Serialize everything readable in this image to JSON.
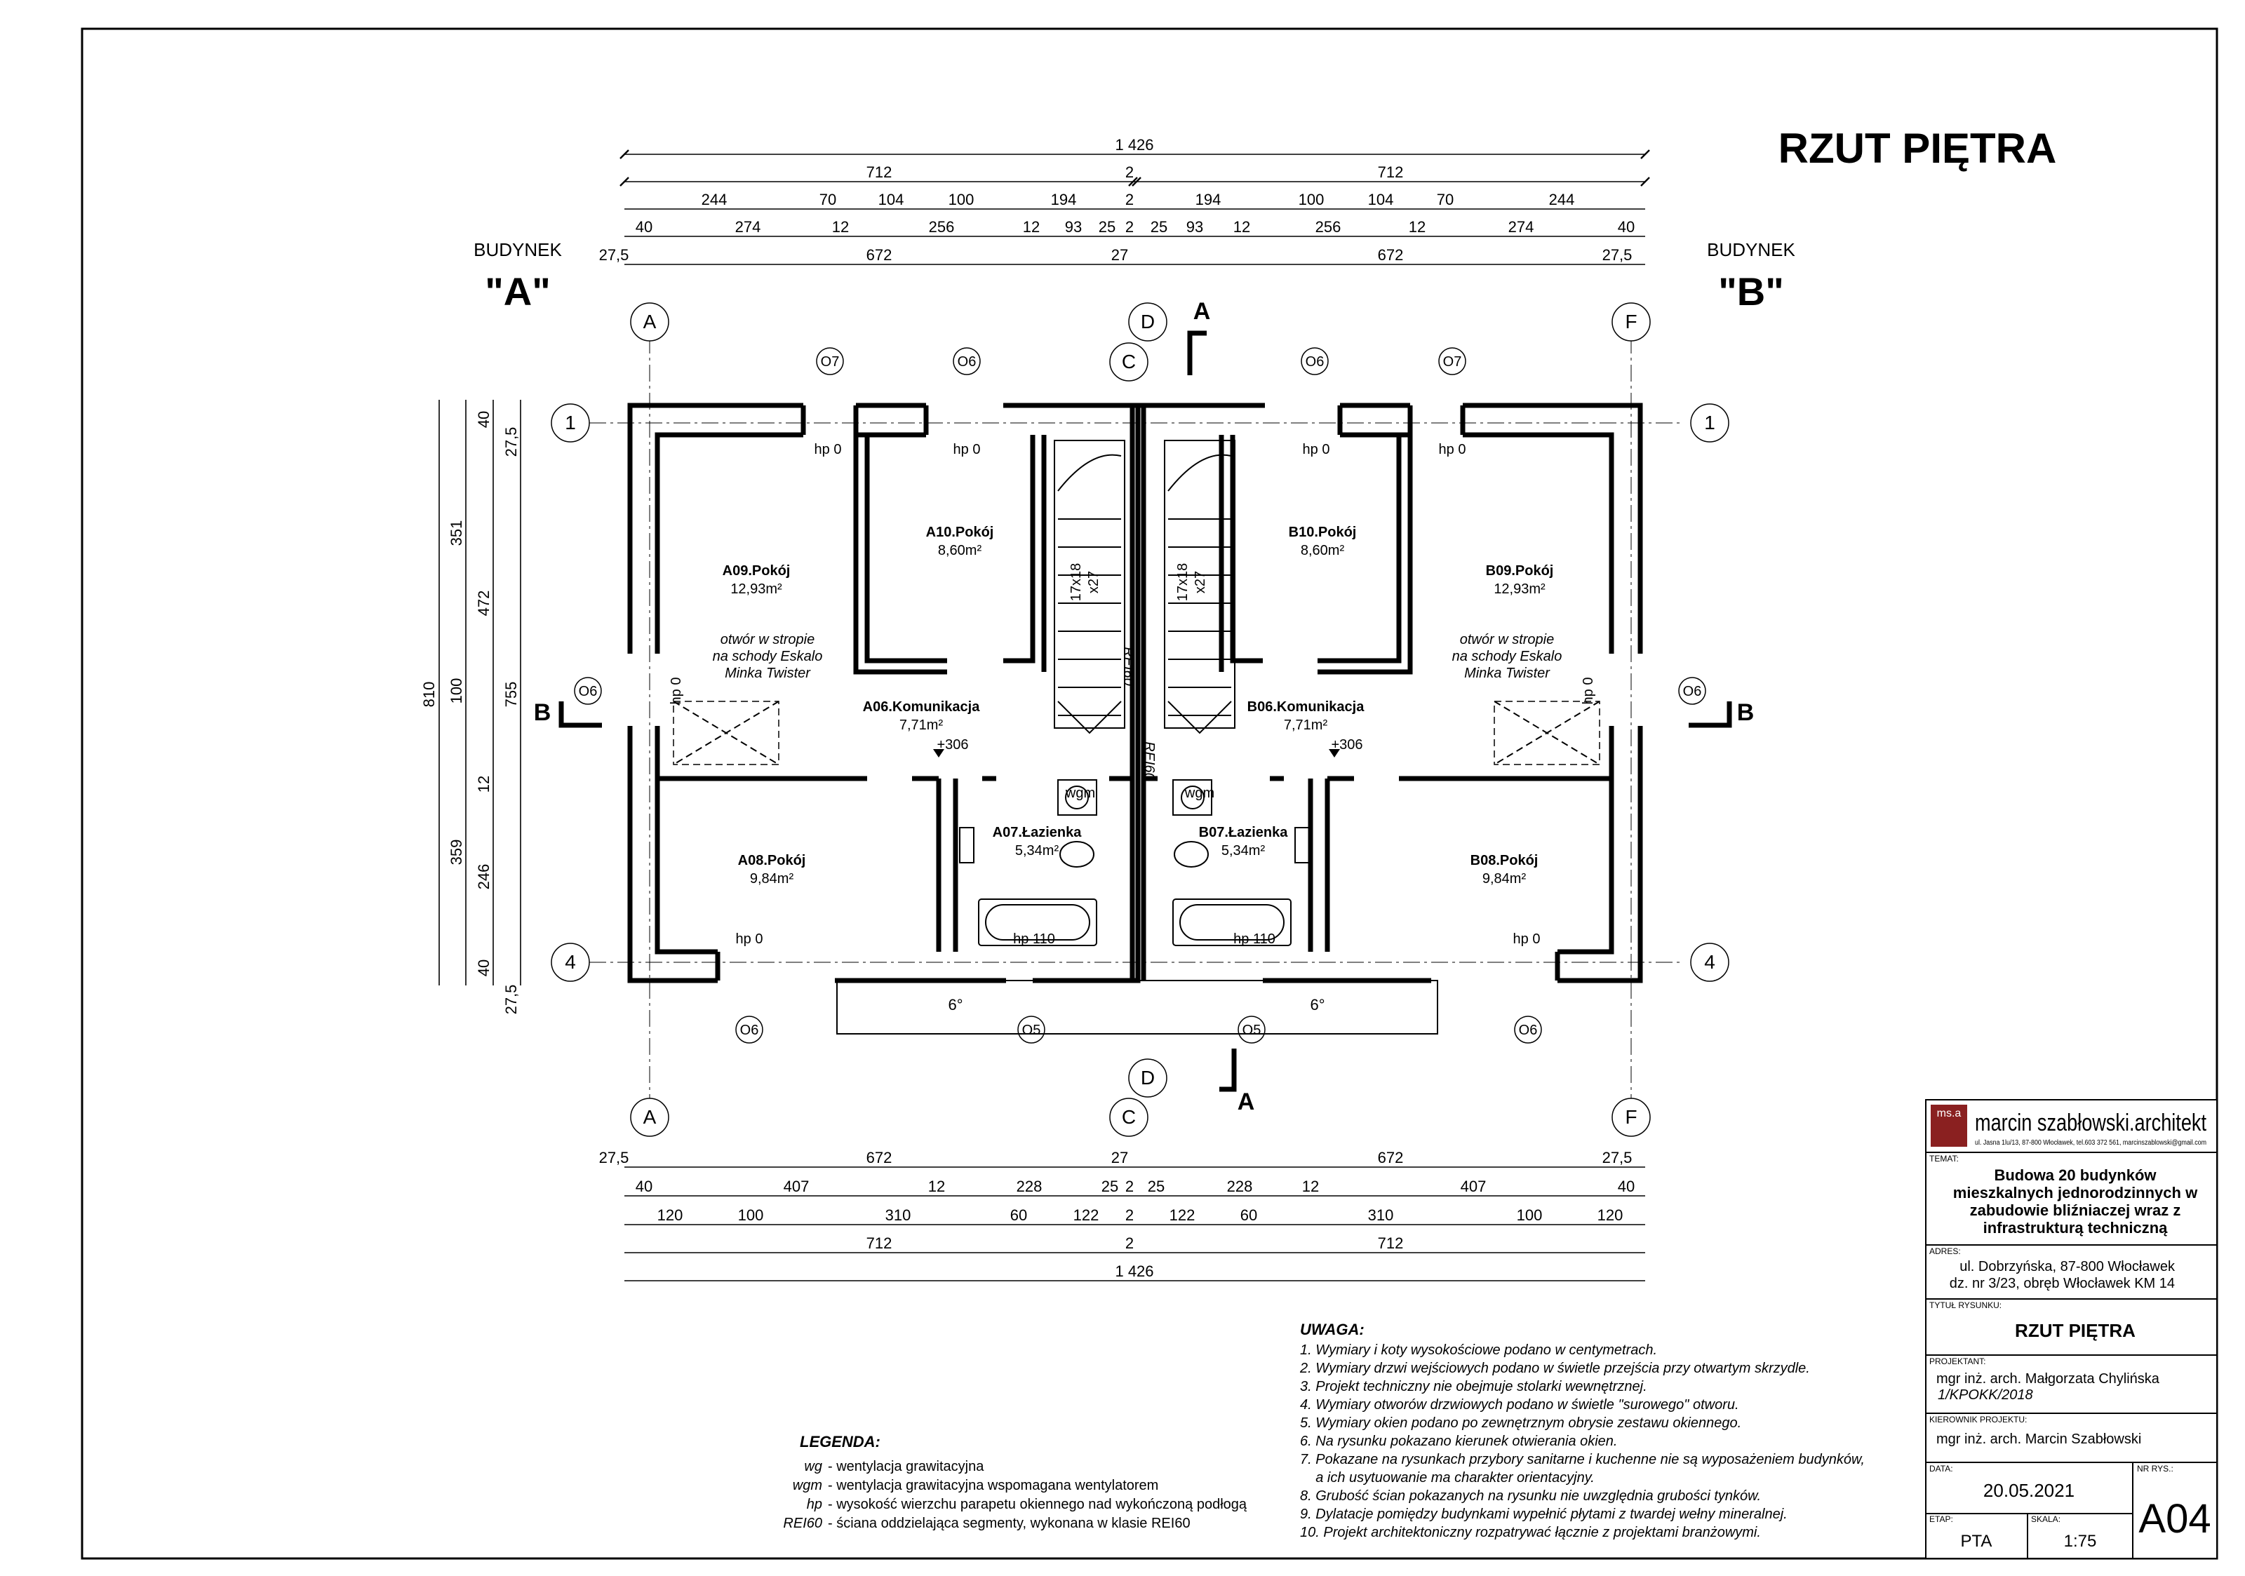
{
  "sheet": {
    "title": "RZUT PIĘTRA",
    "building_a_label": "BUDYNEK",
    "building_a_name": "\"A\"",
    "building_b_label": "BUDYNEK",
    "building_b_name": "\"B\""
  },
  "dimensions": {
    "top": {
      "total": "1 426",
      "halves": [
        "712",
        "2",
        "712"
      ],
      "row3": [
        "244",
        "70",
        "104",
        "100",
        "194",
        "2",
        "194",
        "100",
        "104",
        "70",
        "244"
      ],
      "row4": [
        "40",
        "274",
        "12",
        "256",
        "12",
        "93",
        "25",
        "2",
        "25",
        "93",
        "12",
        "256",
        "12",
        "274",
        "40"
      ],
      "row5": [
        "27,5",
        "672",
        "27",
        "672",
        "27,5"
      ]
    },
    "bottom": {
      "row1": [
        "27,5",
        "672",
        "27",
        "672",
        "27,5"
      ],
      "row2": [
        "40",
        "407",
        "12",
        "228",
        "25",
        "2",
        "25",
        "228",
        "12",
        "407",
        "40"
      ],
      "row3": [
        "120",
        "100",
        "310",
        "60",
        "122",
        "2",
        "122",
        "60",
        "310",
        "100",
        "120"
      ],
      "halves": [
        "712",
        "2",
        "712"
      ],
      "total": "1 426"
    },
    "left": {
      "outer": "810",
      "mid": [
        "351",
        "100",
        "359"
      ],
      "inner_total": "755",
      "inner": [
        "40",
        "472",
        "12",
        "246",
        "40"
      ],
      "edge": [
        "27,5",
        "27,5"
      ]
    }
  },
  "grid_axes": {
    "a": "A",
    "c": "C",
    "d": "D",
    "f": "F",
    "r1": "1",
    "r4": "4"
  },
  "sections": {
    "a": "A",
    "b": "B"
  },
  "rooms": [
    {
      "name": "A09.Pokój",
      "area": "12,93m²"
    },
    {
      "name": "A10.Pokój",
      "area": "8,60m²"
    },
    {
      "name": "A06.Komunikacja",
      "area": "7,71m²"
    },
    {
      "name": "A07.Łazienka",
      "area": "5,34m²"
    },
    {
      "name": "A08.Pokój",
      "area": "9,84m²"
    },
    {
      "name": "B10.Pokój",
      "area": "8,60m²"
    },
    {
      "name": "B09.Pokój",
      "area": "12,93m²"
    },
    {
      "name": "B06.Komunikacja",
      "area": "7,71m²"
    },
    {
      "name": "B07.Łazienka",
      "area": "5,34m²"
    },
    {
      "name": "B08.Pokój",
      "area": "9,84m²"
    }
  ],
  "annotations": {
    "opening_note_line1": "otwór w stropie",
    "opening_note_line2": "na schody Eskalo",
    "opening_note_line3": "Minka Twister",
    "level": "+306",
    "rei": "REI60",
    "stairs": "17x18",
    "stairs2": "x27",
    "wgm": "wgm",
    "slope": "6°",
    "hp0": "hp 0",
    "hp110": "hp 110",
    "o5": "O5",
    "o6": "O6",
    "o7": "O7"
  },
  "legend": {
    "title": "LEGENDA:",
    "items": [
      {
        "key": "wg",
        "text": "- wentylacja grawitacyjna"
      },
      {
        "key": "wgm",
        "text": "- wentylacja grawitacyjna wspomagana wentylatorem"
      },
      {
        "key": "hp",
        "text": "- wysokość wierzchu parapetu okiennego nad wykończoną podłogą"
      },
      {
        "key": "REI60",
        "text": "- ściana oddzielająca segmenty, wykonana w klasie REI60"
      }
    ]
  },
  "notes": {
    "title": "UWAGA:",
    "items": [
      "1. Wymiary i koty wysokościowe podano w centymetrach.",
      "2. Wymiary drzwi wejściowych podano w świetle przejścia przy otwartym skrzydle.",
      "3. Projekt techniczny nie obejmuje stolarki wewnętrznej.",
      "4. Wymiary otworów drzwiowych podano w świetle \"surowego\" otworu.",
      "5. Wymiary okien podano po zewnętrznym obrysie zestawu okiennego.",
      "6. Na rysunku pokazano kierunek otwierania okien.",
      "7. Pokazane na rysunkach  przybory sanitarne i  kuchenne nie są wyposażeniem budynków,",
      "    a ich usytuowanie ma charakter orientacyjny.",
      "8. Grubość ścian pokazanych na rysunku nie uwzględnia grubości tynków.",
      "9. Dylatacje pomiędzy budynkami wypełnić płytami z twardej wełny mineralnej.",
      "10. Projekt architektoniczny rozpatrywać łącznie z projektami branżowymi."
    ]
  },
  "title_block": {
    "logo_mark": "ms.a",
    "company": "marcin szabłowski.architekt",
    "company_address": "ul. Jasna 1lu/13, 87-800 Włocławek, tel.603 372 561, marcinszablowski@gmail.com",
    "topic_label": "TEMAT:",
    "topic_lines": [
      "Budowa 20 budynków",
      "mieszkalnych jednorodzinnych w",
      "zabudowie bliźniaczej wraz z",
      "infrastrukturą techniczną"
    ],
    "address_label": "ADRES:",
    "address_lines": [
      "ul. Dobrzyńska, 87-800 Włocławek",
      "dz. nr 3/23, obręb Włocławek KM 14"
    ],
    "drawing_title_label": "TYTUŁ RYSUNKU:",
    "drawing_title": "RZUT PIĘTRA",
    "designer_label": "PROJEKTANT:",
    "designer_name": "mgr inż. arch. Małgorzata Chylińska",
    "designer_license": "1/KPOKK/2018",
    "manager_label": "KIEROWNIK PROJEKTU:",
    "manager_name": "mgr inż. arch. Marcin Szabłowski",
    "date_label": "DATA:",
    "date": "20.05.2021",
    "sheet_no_label": "NR RYS.:",
    "sheet_no": "A04",
    "stage_label": "ETAP:",
    "stage": "PTA",
    "scale_label": "SKALA:",
    "scale": "1:75"
  }
}
